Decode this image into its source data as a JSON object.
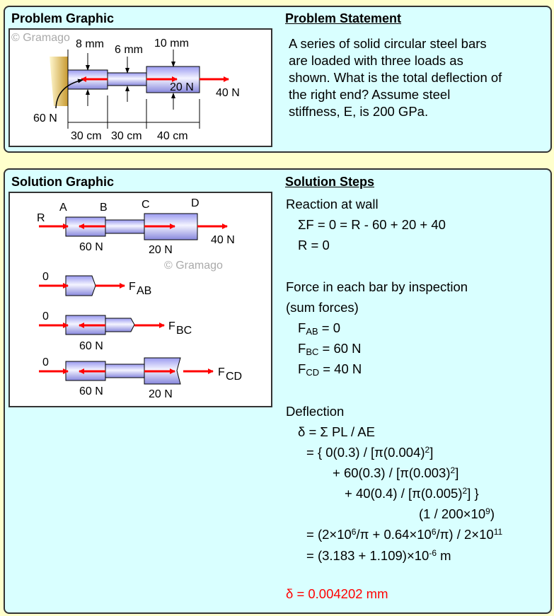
{
  "problem": {
    "graphic_title": "Problem Graphic",
    "statement_title": "Problem Statement",
    "statement_lines": [
      "A series of solid circular steel bars",
      "are loaded with three loads as",
      "shown. What is the total deflection of",
      "the right end? Assume steel",
      "stiffness, E, is 200 GPa."
    ],
    "figure": {
      "watermark": "© Gramago",
      "d1": "8 mm",
      "d2": "6 mm",
      "d3": "10 mm",
      "load_left": "60 N",
      "load_mid": "20 N",
      "load_right": "40 N",
      "len1": "30 cm",
      "len2": "30 cm",
      "len3": "40 cm"
    }
  },
  "solution": {
    "graphic_title": "Solution Graphic",
    "steps_title": "Solution Steps",
    "figure": {
      "watermark": "© Gramago",
      "R": "R",
      "A": "A",
      "B": "B",
      "C": "C",
      "D": "D",
      "f60": "60 N",
      "f20": "20 N",
      "f40": "40 N",
      "zero": "0",
      "F": "F",
      "sub_ab": "AB",
      "sub_bc": "BC",
      "sub_cd": "CD"
    },
    "steps": {
      "reaction_heading": "Reaction at wall",
      "sum_eq": "ΣF = 0 = R - 60 + 20 + 40",
      "r_eq": "R = 0",
      "force_heading": "Force in each bar by inspection",
      "force_sub": "(sum forces)",
      "F": "F",
      "ab": "AB",
      "ab_val": " = 0",
      "bc": "BC",
      "bc_val": " = 60 N",
      "cd": "CD",
      "cd_val": " = 40 N",
      "deflection_heading": "Deflection",
      "d1": "δ = Σ PL / AE",
      "d2a": "= { 0(0.3) / [π(0.004)",
      "d2b": "]",
      "d3a": "+ 60(0.3) / [π(0.003)",
      "d3b": "]",
      "d4a": "+ 40(0.4) / [π(0.005)",
      "d4b": "] }",
      "sq": "2",
      "d5a": "(1 / 200×10",
      "d5e": "9",
      "d5b": ")",
      "d6a": "= (2×10",
      "d6e1": "6",
      "d6b": "/π + 0.64×10",
      "d6e2": "6",
      "d6c": "/π) / 2×10",
      "d6e3": "11",
      "d7a": "= (3.183 + 1.109)×10",
      "d7e": "-6",
      "d7b": " m",
      "answer": "δ = 0.004202 mm"
    }
  },
  "colors": {
    "background": "#ffffcc",
    "panel": "#d9ffff",
    "force_arrow": "#ff0000",
    "answer": "#ff0000"
  }
}
